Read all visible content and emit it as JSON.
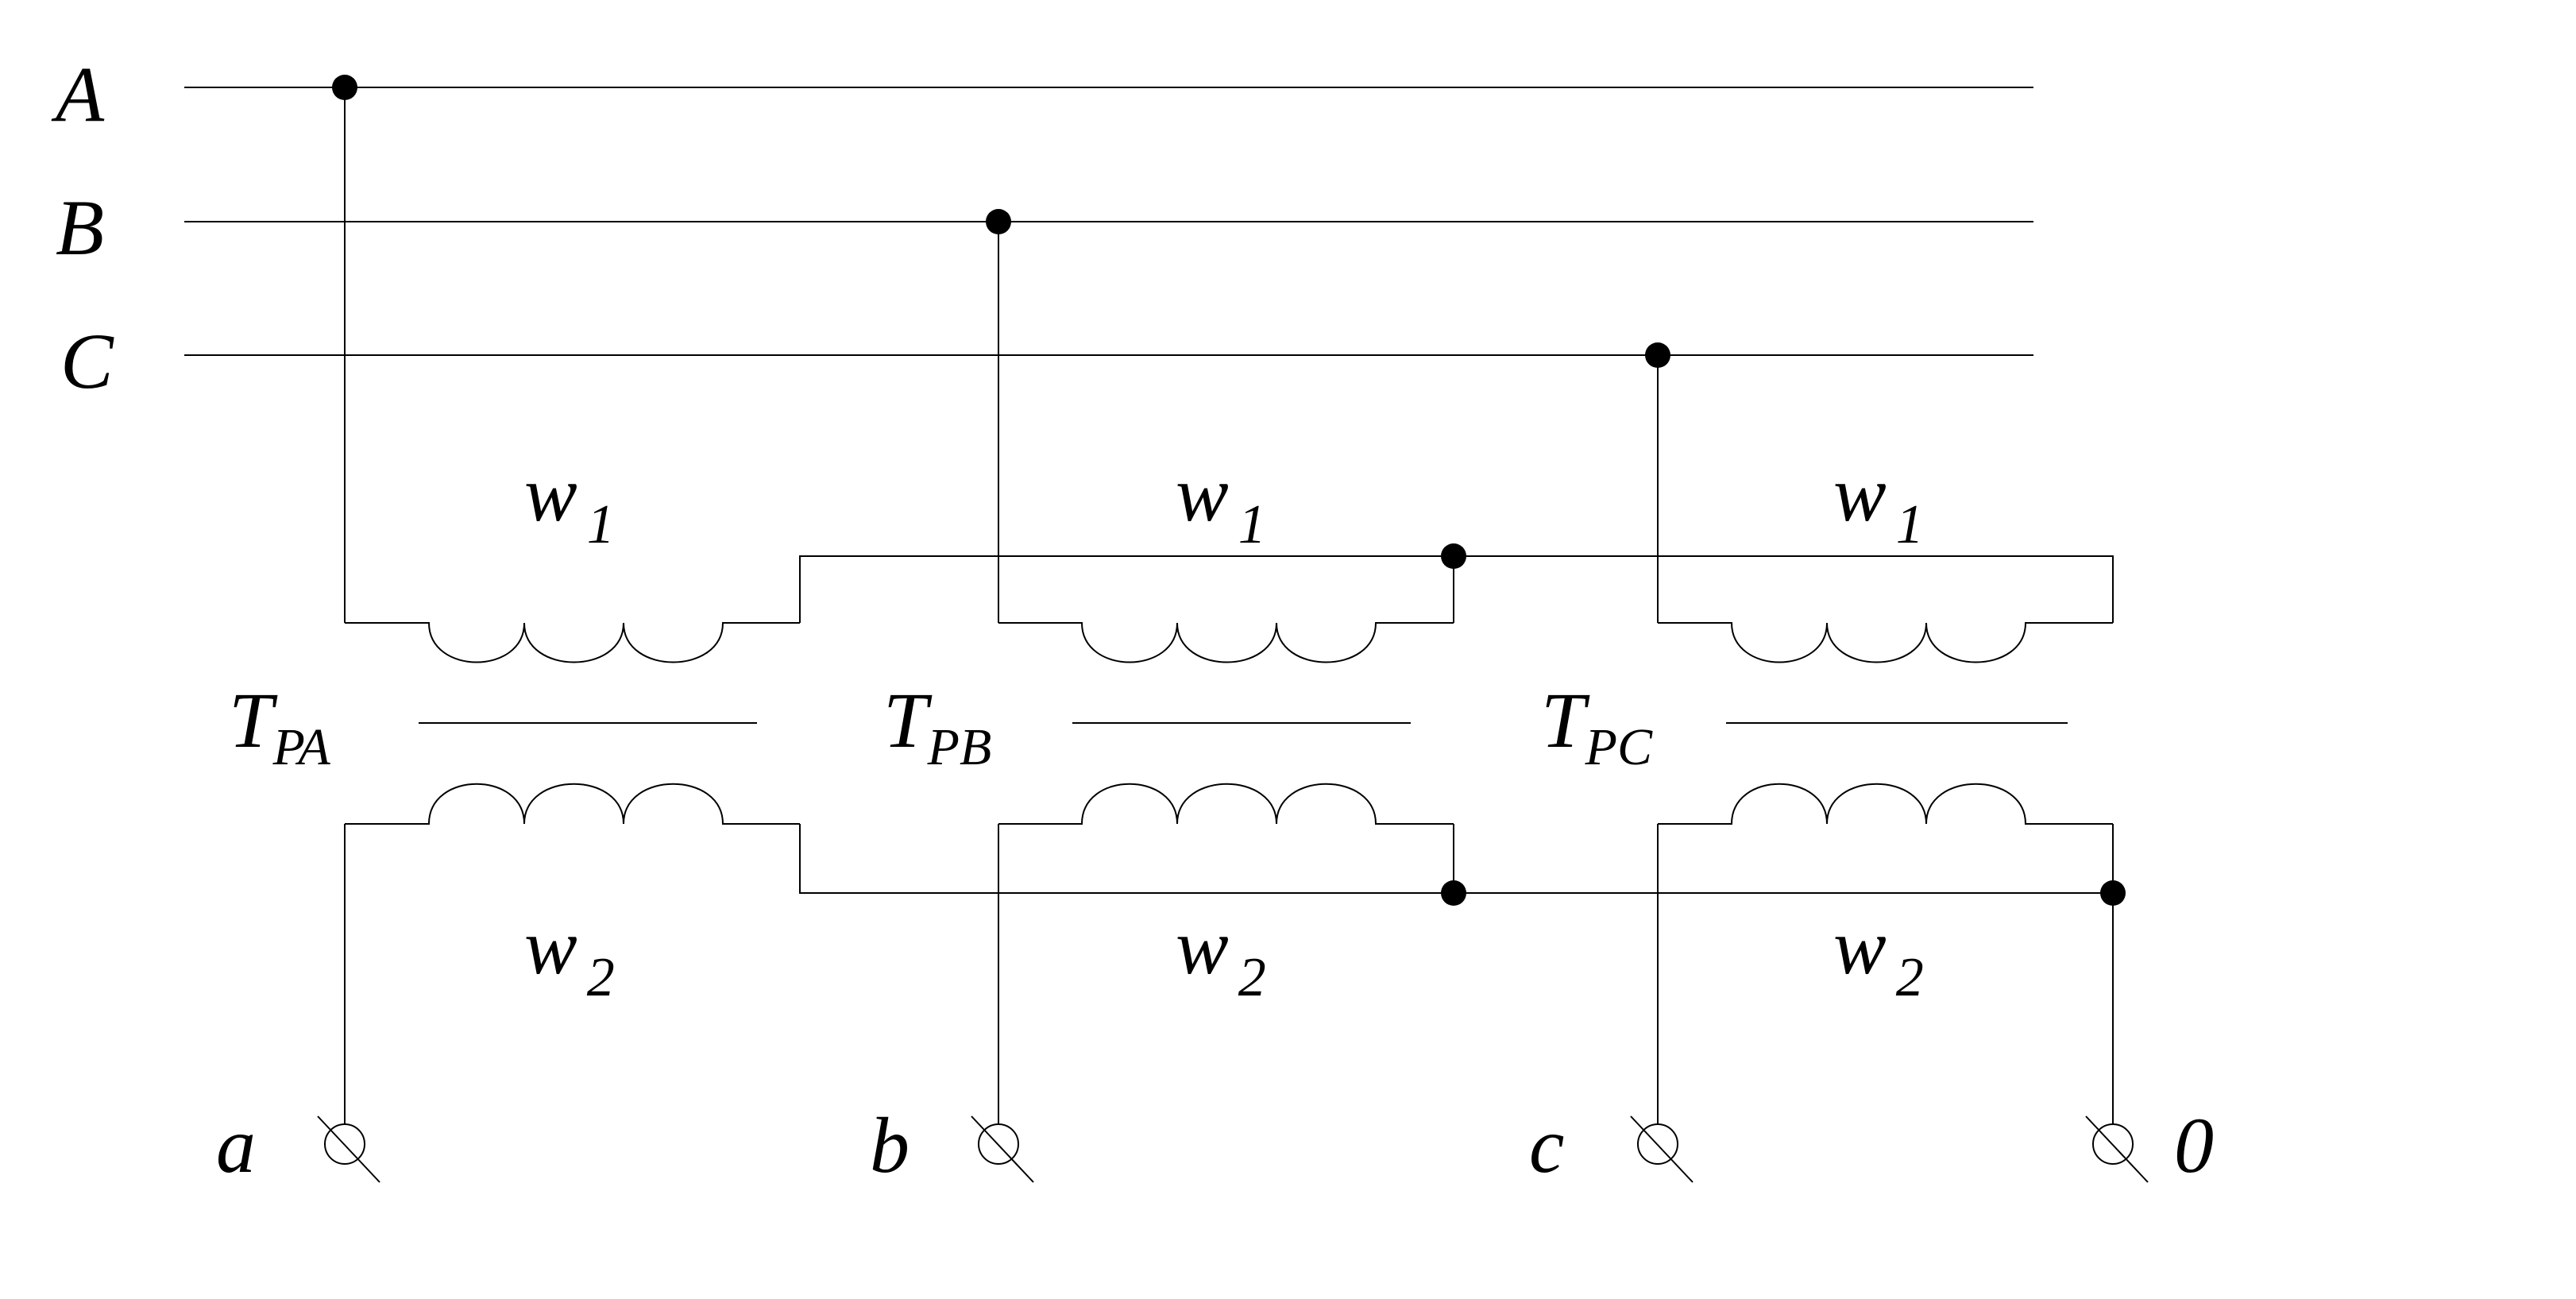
{
  "buses": [
    {
      "name": "A"
    },
    {
      "name": "B"
    },
    {
      "name": "C"
    }
  ],
  "transformers": [
    {
      "label": "T",
      "sub": "PA",
      "primary_label": "w",
      "primary_sub": "1",
      "secondary_label": "w",
      "secondary_sub": "2",
      "terminal": "a"
    },
    {
      "label": "T",
      "sub": "PB",
      "primary_label": "w",
      "primary_sub": "1",
      "secondary_label": "w",
      "secondary_sub": "2",
      "terminal": "b"
    },
    {
      "label": "T",
      "sub": "PC",
      "primary_label": "w",
      "primary_sub": "1",
      "secondary_label": "w",
      "secondary_sub": "2",
      "terminal": "c"
    }
  ],
  "neutral_terminal": "0"
}
